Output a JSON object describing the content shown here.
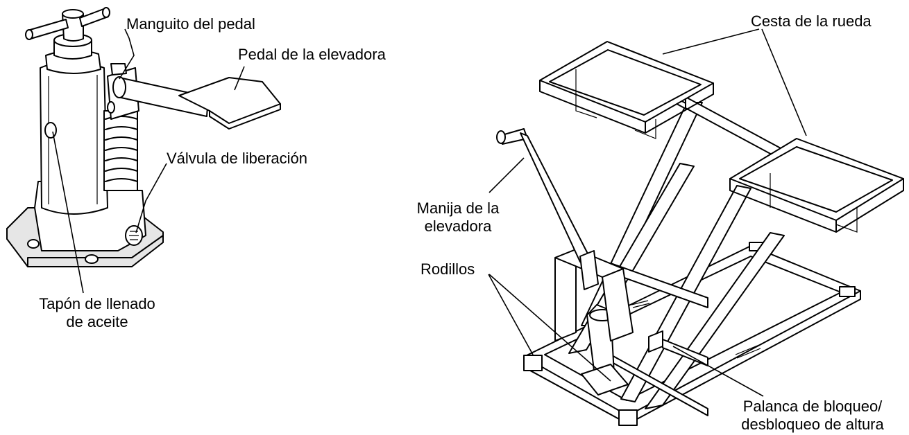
{
  "labels": {
    "pedal_sleeve": "Manguito del pedal",
    "lift_pedal": "Pedal de la elevadora",
    "release_valve": "Válvula de liberación",
    "oil_fill_plug_line1": "Tapón de llenado",
    "oil_fill_plug_line2": "de aceite",
    "wheel_basket": "Cesta de la rueda",
    "lift_handle_line1": "Manija de la",
    "lift_handle_line2": "elevadora",
    "rollers": "Rodillos",
    "height_lock_line1": "Palanca de bloqueo/",
    "height_lock_line2": "desbloqueo de altura"
  }
}
